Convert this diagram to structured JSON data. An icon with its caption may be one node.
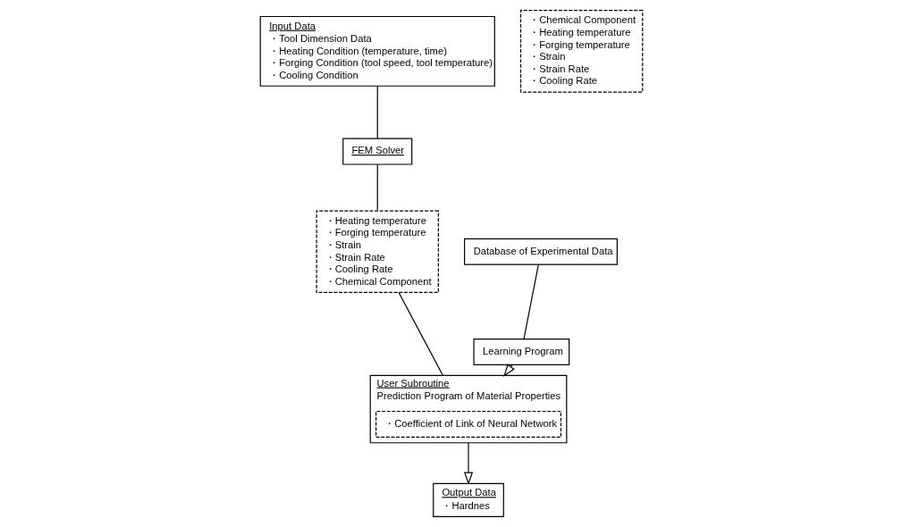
{
  "diagram": {
    "nodes": [
      {
        "text": [
          "Input Data",
          "・Tool Dimension Data",
          "・Heating Condition (temperature, time)",
          "・Forging Condition (tool speed, tool temperature)",
          "・Cooling Condition"
        ]
      },
      {
        "text": [
          "FEM Solver"
        ]
      },
      {
        "text": [
          "・Heating temperature",
          "・Forging temperature",
          "・Strain",
          "・Strain Rate",
          "・Cooling Rate",
          "・Chemical Component"
        ]
      },
      {
        "text": [
          "Database of Experimental Data"
        ]
      },
      {
        "text": [
          "Learning Program"
        ]
      },
      {
        "text": [
          "・Chemical Component",
          "・Heating temperature",
          "・Forging temperature",
          "・Strain",
          "・Strain Rate",
          "・Cooling Rate"
        ]
      },
      {
        "text": [
          "User Subroutine",
          "Prediction Program of Material Properties"
        ]
      },
      {
        "text": [
          "・Coefficient of Link of Neural Network"
        ],
        "in": 6
      },
      {
        "text": [
          "Output Data",
          "・Hardnes"
        ]
      }
    ],
    "edges": [
      {
        "from": 0,
        "to": 1,
        "arrow": "none"
      },
      {
        "from": 3,
        "to": 4,
        "arrow": "none"
      },
      {
        "from": 1,
        "to": 2,
        "arrow": "none"
      },
      {
        "from": 2,
        "to": 6,
        "arrow": "none"
      },
      {
        "from": 4,
        "to": 6,
        "arrow": "to"
      },
      {
        "from": 6,
        "to": 8,
        "arrow": "to"
      }
    ]
  }
}
